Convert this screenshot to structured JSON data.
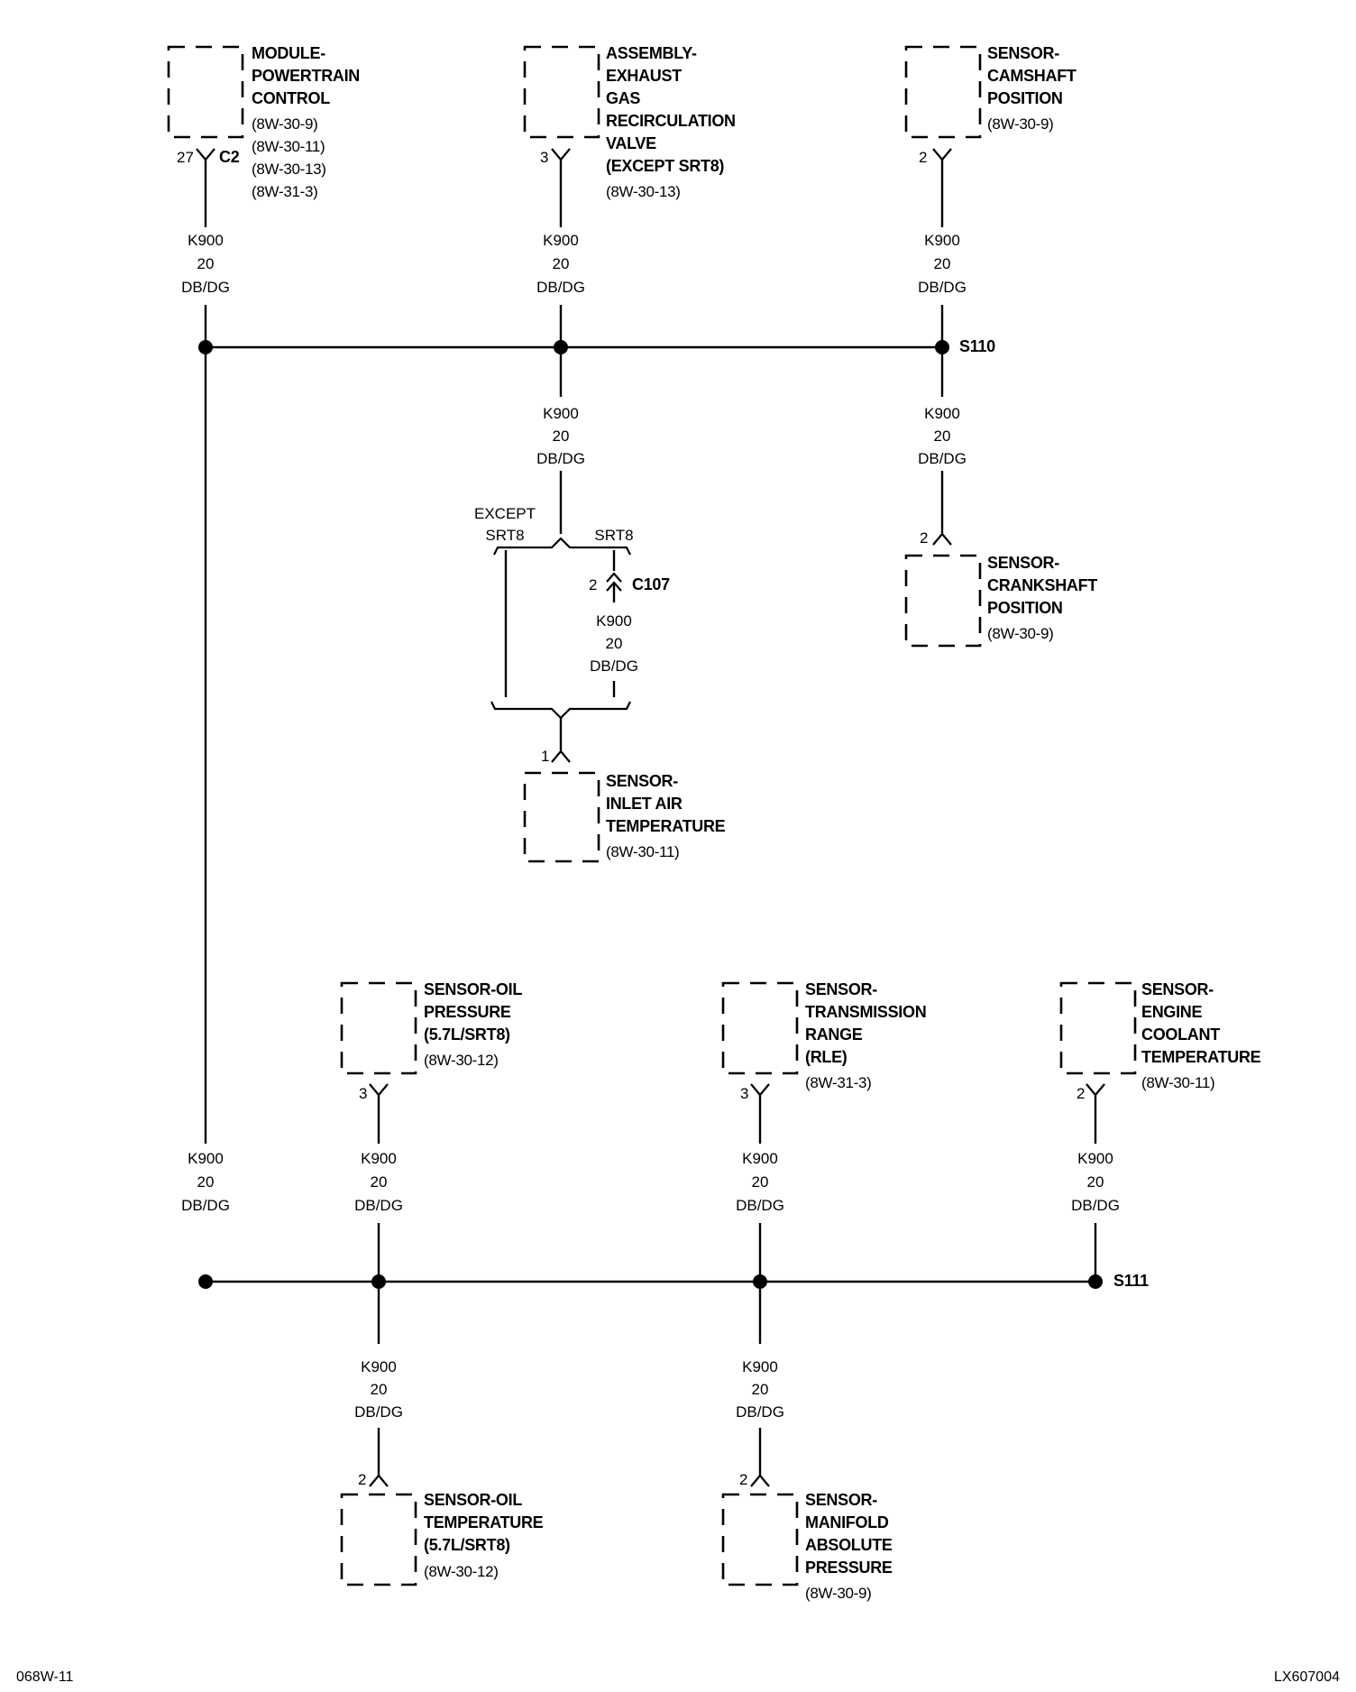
{
  "wire": {
    "code": "K900",
    "gauge": "20",
    "color": "DB/DG"
  },
  "splices": {
    "s110": "S110",
    "s111": "S111"
  },
  "connector": {
    "c2": "C2",
    "c107": "C107"
  },
  "components": {
    "pcm": {
      "lines": [
        "MODULE-",
        "POWERTRAIN",
        "CONTROL"
      ],
      "refs": [
        "(8W-30-9)",
        "(8W-30-11)",
        "(8W-30-13)",
        "(8W-31-3)"
      ],
      "pin": "27"
    },
    "egr": {
      "lines": [
        "ASSEMBLY-",
        "EXHAUST",
        "GAS",
        "RECIRCULATION",
        "VALVE",
        "(EXCEPT SRT8)"
      ],
      "refs": [
        "(8W-30-13)"
      ],
      "pin": "3"
    },
    "cmp": {
      "lines": [
        "SENSOR-",
        "CAMSHAFT",
        "POSITION"
      ],
      "refs": [
        "(8W-30-9)"
      ],
      "pin": "2"
    },
    "ckp": {
      "lines": [
        "SENSOR-",
        "CRANKSHAFT",
        "POSITION"
      ],
      "refs": [
        "(8W-30-9)"
      ],
      "pin": "2"
    },
    "iat": {
      "lines": [
        "SENSOR-",
        "INLET AIR",
        "TEMPERATURE"
      ],
      "refs": [
        "(8W-30-11)"
      ],
      "pin": "1"
    },
    "oilp": {
      "lines": [
        "SENSOR-OIL",
        "PRESSURE",
        "(5.7L/SRT8)"
      ],
      "refs": [
        "(8W-30-12)"
      ],
      "pin": "3"
    },
    "trs": {
      "lines": [
        "SENSOR-",
        "TRANSMISSION",
        "RANGE",
        "(RLE)"
      ],
      "refs": [
        "(8W-31-3)"
      ],
      "pin": "3"
    },
    "ect": {
      "lines": [
        "SENSOR-",
        "ENGINE",
        "COOLANT",
        "TEMPERATURE"
      ],
      "refs": [
        "(8W-30-11)"
      ],
      "pin": "2"
    },
    "oilt": {
      "lines": [
        "SENSOR-OIL",
        "TEMPERATURE",
        "(5.7L/SRT8)"
      ],
      "refs": [
        "(8W-30-12)"
      ],
      "pin": "2"
    },
    "map": {
      "lines": [
        "SENSOR-",
        "MANIFOLD",
        "ABSOLUTE",
        "PRESSURE"
      ],
      "refs": [
        "(8W-30-9)"
      ],
      "pin": "2"
    }
  },
  "branch": {
    "except_line1": "EXCEPT",
    "except_line2": "SRT8",
    "srt8": "SRT8",
    "c107_pin": "2"
  },
  "footer": {
    "left": "068W-11",
    "right": "LX607004"
  }
}
